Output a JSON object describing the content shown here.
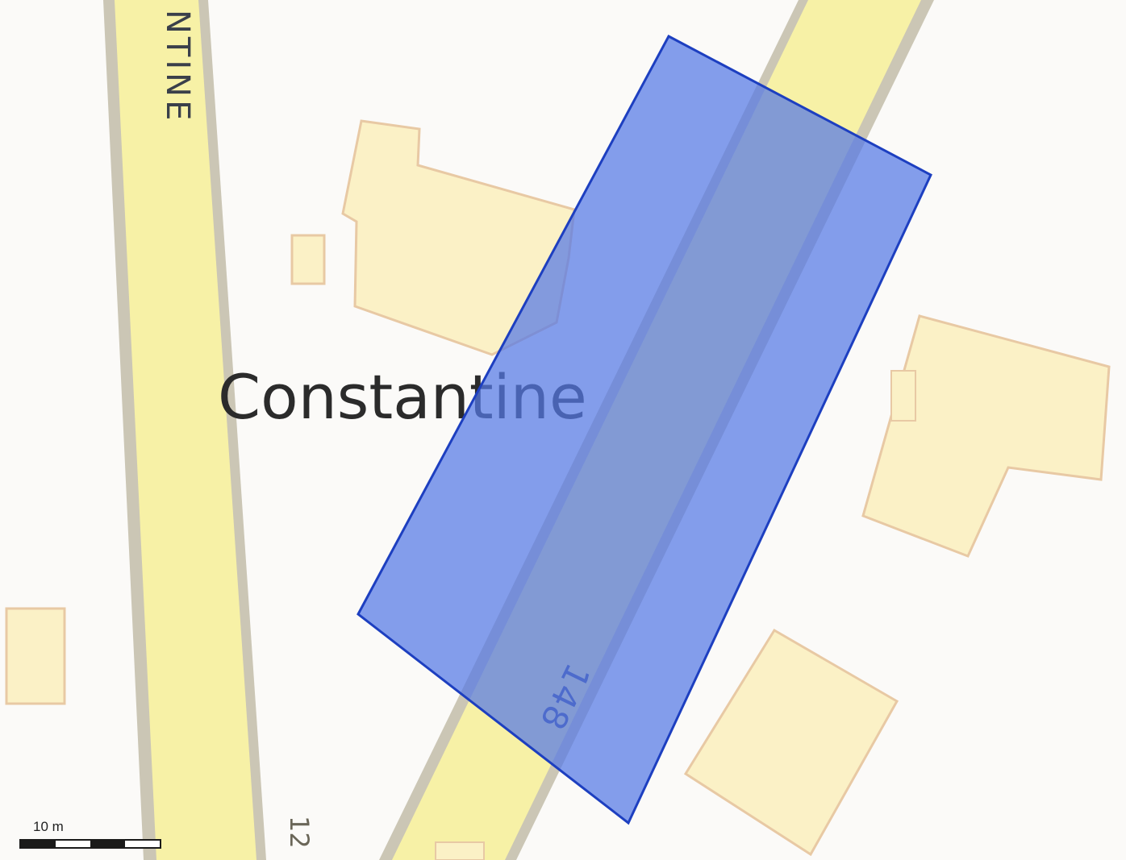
{
  "map": {
    "place_label": "Constantine",
    "street_label_vertical": "NTINE",
    "road_number_label": "148",
    "house_number_partial": "12",
    "colors": {
      "background": "#fbfaf8",
      "road_fill": "#f7f1a6",
      "road_casing": "#cbc6b5",
      "building_fill": "#fbf1c6",
      "building_outline": "#e8c9a4",
      "selection_fill": "#5478e6",
      "selection_outline": "#1d3fc0"
    }
  },
  "scale_bar": {
    "label": "10 m"
  }
}
